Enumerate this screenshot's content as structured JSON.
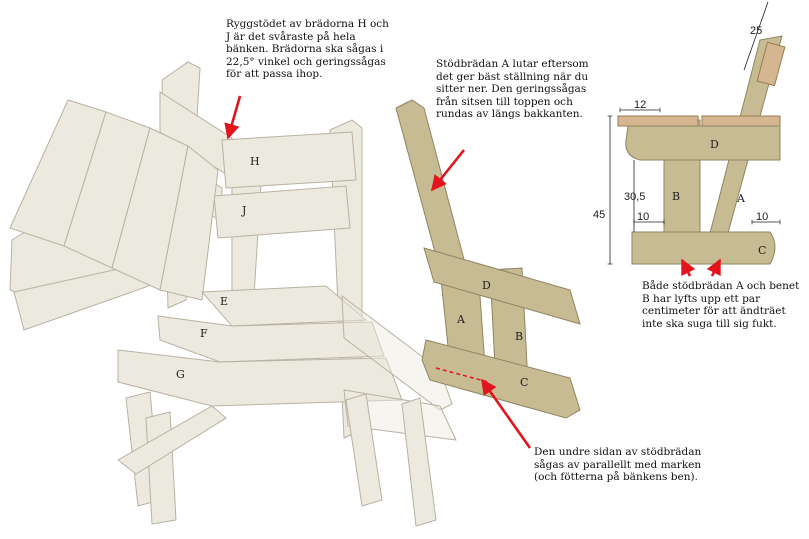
{
  "notes": {
    "backrest": "Ryggstödet av brädorna H och J är det svåraste på hela bänken. Brädorna ska sågas i 22,5° vinkel och geringssågas för att passa ihop.",
    "support_a": "Stödbrädan A lutar eftersom det ger bäst ställning när du sitter ner. Den geringssågas från sitsen till toppen och rundas av längs bakkanten.",
    "lifted": "Både stödbrädan A och benet B har lyfts upp ett par centimeter för att ändträet inte ska suga till sig fukt.",
    "underside": "Den undre sidan av stödbrädan sågas av parallellt med marken (och fötterna på bänkens ben)."
  },
  "labels": {
    "h": "H",
    "j": "J",
    "e": "E",
    "f": "F",
    "g": "G",
    "a": "A",
    "b": "B",
    "c": "C",
    "d": "D"
  },
  "dimensions": {
    "d25": "25",
    "d12": "12",
    "d45": "45",
    "d30_5": "30,5",
    "d10_left": "10",
    "d10_right": "10"
  },
  "colors": {
    "light_wood": "#ece9de",
    "wood_edge": "#b9b2a2",
    "pressure_wood": "#c7bb94",
    "pressure_edge": "#8f8560",
    "plank_top": "#d6b690",
    "arrow_red": "#e3141b"
  }
}
